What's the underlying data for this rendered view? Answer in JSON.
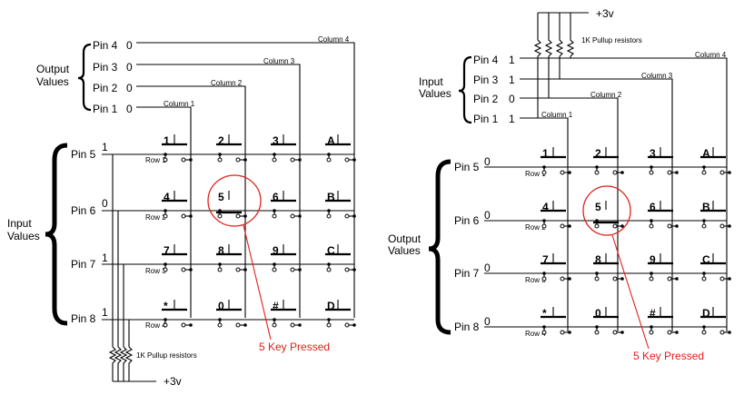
{
  "left": {
    "output_label": [
      "Output",
      "Values"
    ],
    "input_label": [
      "Input",
      "Values"
    ],
    "output_pins": [
      {
        "name": "Pin 4",
        "value": "0"
      },
      {
        "name": "Pin 3",
        "value": "0"
      },
      {
        "name": "Pin 2",
        "value": "0"
      },
      {
        "name": "Pin 1",
        "value": "0"
      }
    ],
    "input_pins": [
      {
        "name": "Pin 5",
        "value": "1"
      },
      {
        "name": "Pin 6",
        "value": "0"
      },
      {
        "name": "Pin 7",
        "value": "1"
      },
      {
        "name": "Pin 8",
        "value": "1"
      }
    ],
    "columns": [
      "Column 1",
      "Column 2",
      "Column 3",
      "Column 4"
    ],
    "rows": [
      "Row 1",
      "Row 2",
      "Row 3",
      "Row 4"
    ],
    "pullup_label": "1K Pullup resistors",
    "supply": "+3v",
    "pressed_label": "5 Key Pressed"
  },
  "right": {
    "input_label": [
      "Input",
      "Values"
    ],
    "output_label": [
      "Output",
      "Values"
    ],
    "input_pins": [
      {
        "name": "Pin 4",
        "value": "1"
      },
      {
        "name": "Pin 3",
        "value": "1"
      },
      {
        "name": "Pin 2",
        "value": "0"
      },
      {
        "name": "Pin 1",
        "value": "1"
      }
    ],
    "output_pins": [
      {
        "name": "Pin 5",
        "value": "0"
      },
      {
        "name": "Pin 6",
        "value": "0"
      },
      {
        "name": "Pin 7",
        "value": "0"
      },
      {
        "name": "Pin 8",
        "value": "0"
      }
    ],
    "columns": [
      "Column 1",
      "Column 2",
      "Column 3",
      "Column 4"
    ],
    "rows": [
      "Row 1",
      "Row 2",
      "Row 3",
      "Row 4"
    ],
    "pullup_label": "1K Pullup resistors",
    "supply": "+3v",
    "pressed_label": "5 Key Pressed"
  },
  "keys": [
    "1",
    "2",
    "3",
    "A",
    "4",
    "5",
    "6",
    "B",
    "7",
    "8",
    "9",
    "C",
    "*",
    "0",
    "#",
    "D"
  ],
  "pressed_key": "5",
  "highlight_color": "#e0201b"
}
